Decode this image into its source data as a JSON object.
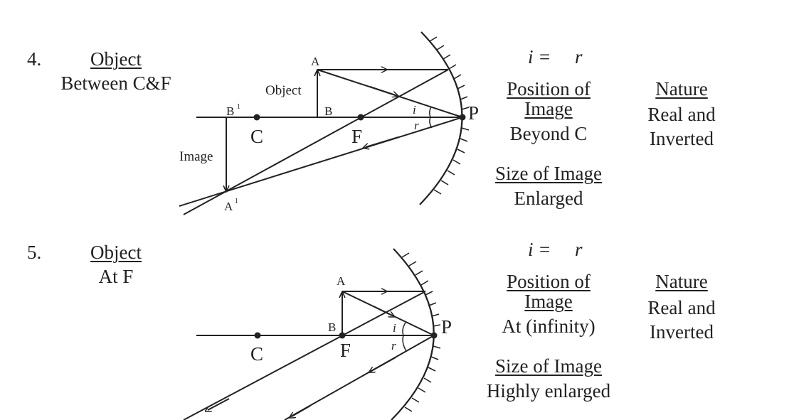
{
  "cases": [
    {
      "number": "4.",
      "object_heading": "Object",
      "object_position": "Between C&F",
      "equation_i": "i =",
      "equation_r": "r",
      "position_heading_1": "Position of",
      "position_heading_2": "Image",
      "position_value": "Beyond C",
      "size_heading": "Size of Image",
      "size_value": "Enlarged",
      "nature_heading": "Nature",
      "nature_value_1": "Real and",
      "nature_value_2": "Inverted",
      "labels": {
        "A": "A",
        "B": "B",
        "B1": "B",
        "A1": "A",
        "sup": "1",
        "C": "C",
        "F": "F",
        "P": "P",
        "i": "i",
        "r": "r",
        "object": "Object",
        "image": "Image"
      }
    },
    {
      "number": "5.",
      "object_heading": "Object",
      "object_position": "At F",
      "equation_i": "i =",
      "equation_r": "r",
      "position_heading_1": "Position of",
      "position_heading_2": "Image",
      "position_value": "At (infinity)",
      "size_heading": "Size of Image",
      "size_value": "Highly enlarged",
      "nature_heading": "Nature",
      "nature_value_1": "Real and",
      "nature_value_2": "Inverted",
      "labels": {
        "A": "A",
        "B": "B",
        "C": "C",
        "F": "F",
        "P": "P",
        "i": "i",
        "r": "r"
      }
    }
  ]
}
